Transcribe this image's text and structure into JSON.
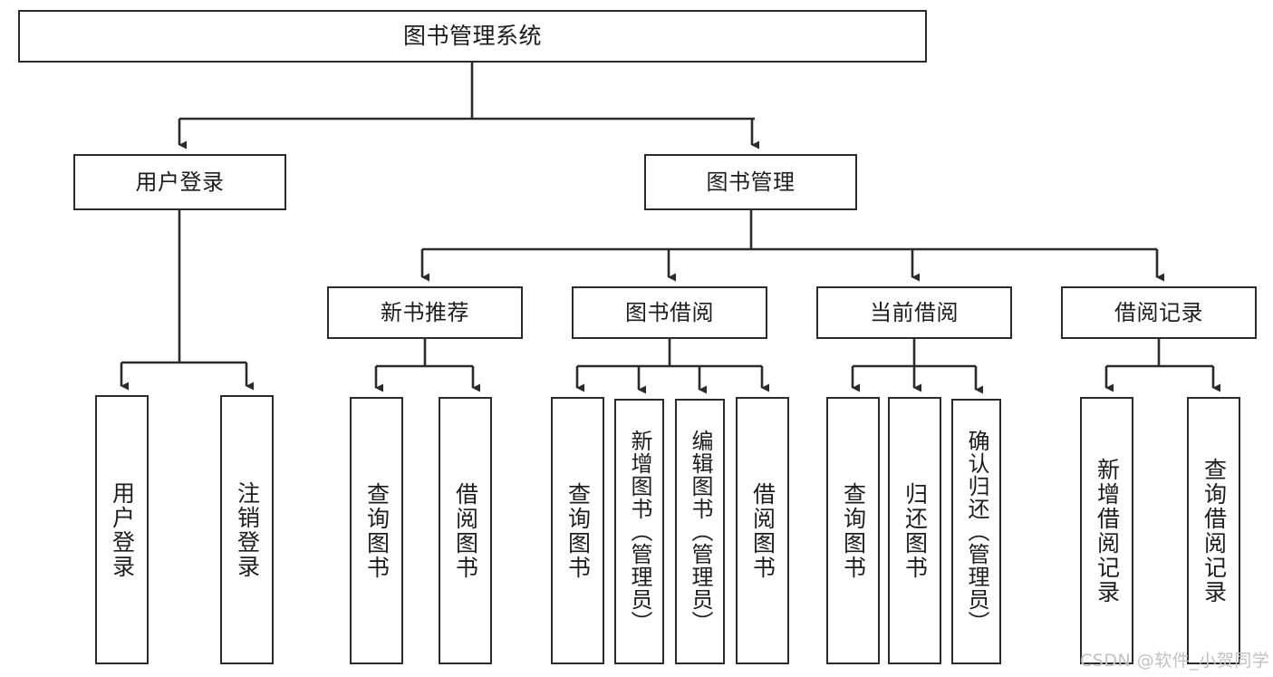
{
  "diagram": {
    "type": "tree-hierarchy-chart",
    "title": "图书管理系统",
    "watermark": "CSDN @软件_小贺同学",
    "colors": {
      "stroke": "#2b2b2b",
      "fill": "#ffffff",
      "text": "#1d1d1d",
      "watermark": "#c2c2c2",
      "background": "#ffffff"
    },
    "nodes": {
      "root": {
        "label": "图书管理系统",
        "level": 1
      },
      "user_login": {
        "label": "用户登录",
        "level": 2
      },
      "book_manage": {
        "label": "图书管理",
        "level": 2
      },
      "new_book_rec": {
        "label": "新书推荐",
        "level": 3
      },
      "book_borrow": {
        "label": "图书借阅",
        "level": 3
      },
      "current_borrow": {
        "label": "当前借阅",
        "level": 3
      },
      "borrow_record": {
        "label": "借阅记录",
        "level": 3
      },
      "leaf_user_login": {
        "label": "用户登录",
        "level": 4
      },
      "leaf_logout_login": {
        "label": "注销登录",
        "level": 4
      },
      "leaf_query_book_1": {
        "label": "查询图书",
        "level": 4
      },
      "leaf_borrow_book_1": {
        "label": "借阅图书",
        "level": 4
      },
      "leaf_query_book_2": {
        "label": "查询图书",
        "level": 4
      },
      "leaf_add_book": {
        "label": "新增图书（管理员）",
        "level": 4
      },
      "leaf_edit_book": {
        "label": "编辑图书（管理员）",
        "level": 4
      },
      "leaf_borrow_book_2": {
        "label": "借阅图书",
        "level": 4
      },
      "leaf_query_book_3": {
        "label": "查询图书",
        "level": 4
      },
      "leaf_return_book": {
        "label": "归还图书",
        "level": 4
      },
      "leaf_confirm_return": {
        "label": "确认归还（管理员）",
        "level": 4
      },
      "leaf_add_record": {
        "label": "新增借阅记录",
        "level": 4
      },
      "leaf_query_record": {
        "label": "查询借阅记录",
        "level": 4
      }
    }
  }
}
